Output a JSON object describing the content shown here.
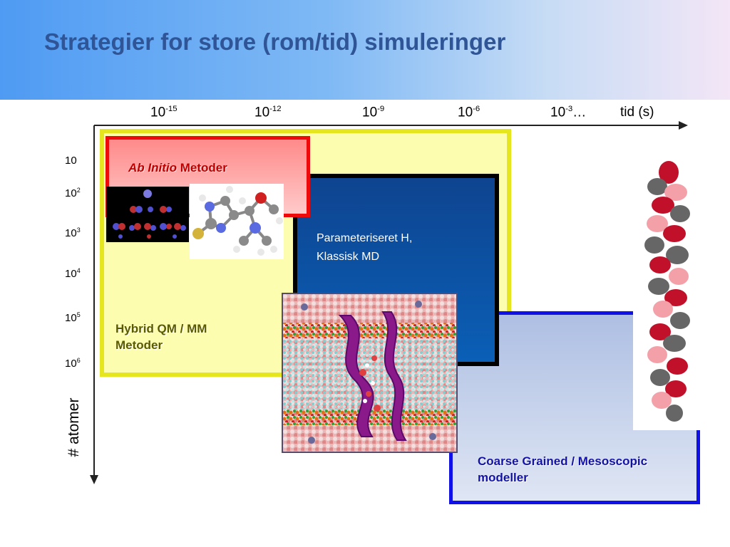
{
  "title": "Strategier for store (rom/tid) simuleringer",
  "time_axis": {
    "ticks": [
      {
        "base": "10",
        "exp": "-15",
        "suffix": ""
      },
      {
        "base": "10",
        "exp": "-12",
        "suffix": ""
      },
      {
        "base": "10",
        "exp": "-9",
        "suffix": ""
      },
      {
        "base": "10",
        "exp": "-6",
        "suffix": ""
      },
      {
        "base": "10",
        "exp": "-3",
        "suffix": "…"
      }
    ],
    "label": "tid (s)"
  },
  "atom_axis": {
    "ticks": [
      {
        "base": "10",
        "exp": ""
      },
      {
        "base": "10",
        "exp": "2"
      },
      {
        "base": "10",
        "exp": "3"
      },
      {
        "base": "10",
        "exp": "4"
      },
      {
        "base": "10",
        "exp": "5"
      },
      {
        "base": "10",
        "exp": "6"
      }
    ],
    "label": "# atomer"
  },
  "regions": {
    "ab_initio": {
      "italic": "Ab Initio",
      "rest": " Metoder"
    },
    "hybrid": {
      "line1": "Hybrid QM / MM",
      "line2": "Metoder"
    },
    "classical": {
      "line1": "Parameteriseret H,",
      "line2": "Klassisk MD"
    },
    "coarse": {
      "line1": "Coarse Grained / Mesoscopic",
      "line2": "modeller"
    }
  },
  "colors": {
    "title": "#2f5597",
    "ab_initio_border": "#ee0a0a",
    "hybrid_border": "#e6e61e",
    "classical_fill": "#0a5fb6",
    "coarse_border": "#1010e8"
  }
}
